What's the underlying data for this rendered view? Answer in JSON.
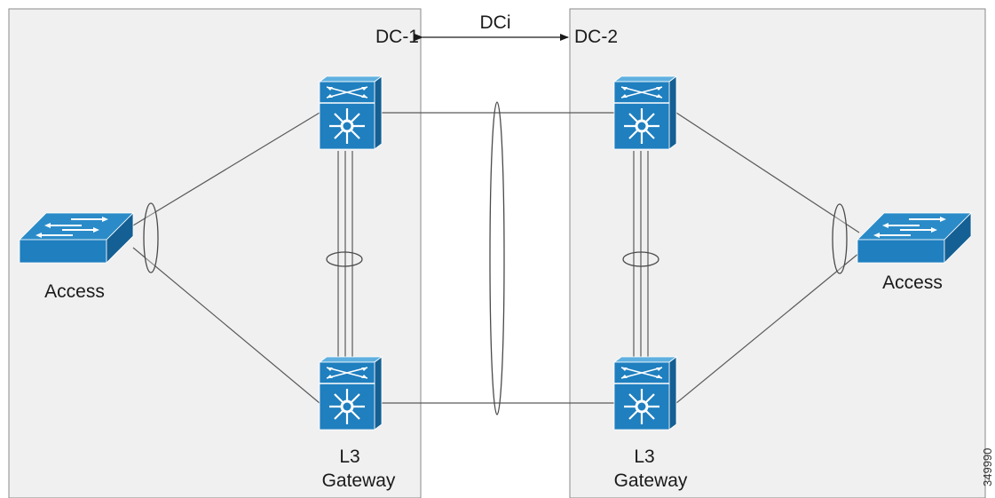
{
  "datacenters": {
    "left": {
      "name": "DC-1"
    },
    "right": {
      "name": "DC-2"
    }
  },
  "interconnect": {
    "label": "DCi"
  },
  "devices": {
    "left_access": {
      "label": "Access"
    },
    "right_access": {
      "label": "Access"
    },
    "left_l3_gateway": {
      "label_line1": "L3",
      "label_line2": "Gateway"
    },
    "right_l3_gateway": {
      "label_line1": "L3",
      "label_line2": "Gateway"
    }
  },
  "figure_id": "349990",
  "colors": {
    "dc_background": "#f0f0f0",
    "device_blue": "#1f7fbf",
    "device_dark": "#145f93",
    "device_light": "#5fb0e0",
    "link": "#5a5a5a",
    "text": "#1a1a1a"
  },
  "icons": {
    "access": "access-switch-icon",
    "l3": "layer3-switch-icon"
  }
}
